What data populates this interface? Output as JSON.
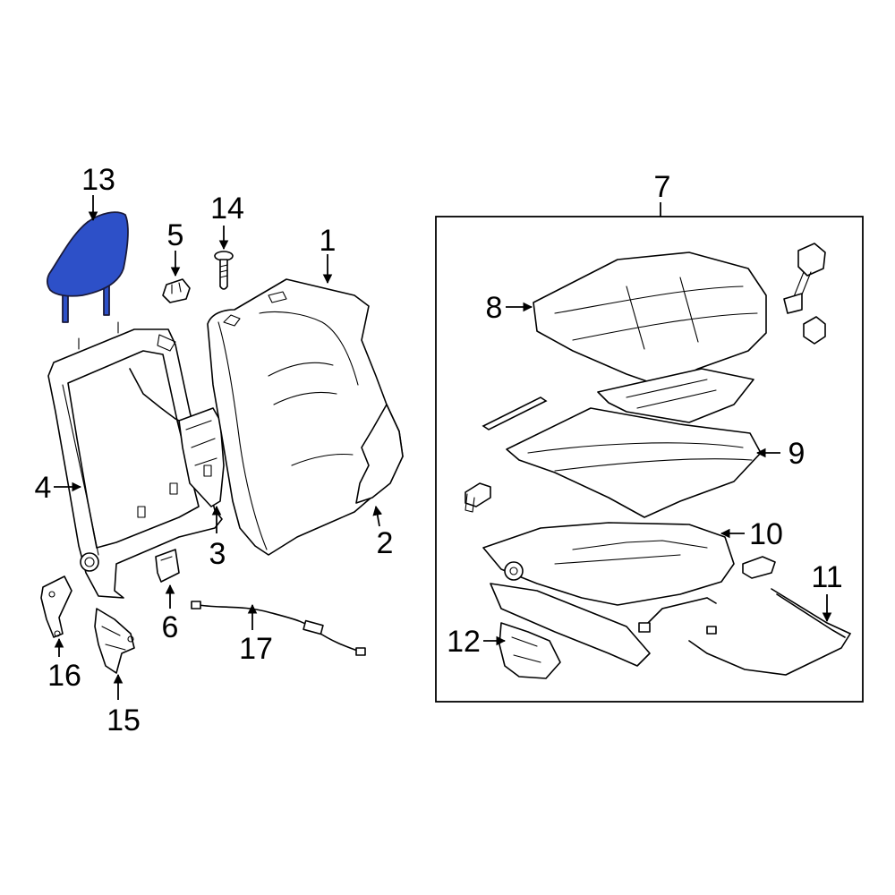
{
  "highlight_color": "#2d50c8",
  "callouts": [
    {
      "id": "1",
      "text": "1"
    },
    {
      "id": "2",
      "text": "2"
    },
    {
      "id": "3",
      "text": "3"
    },
    {
      "id": "4",
      "text": "4"
    },
    {
      "id": "5",
      "text": "5"
    },
    {
      "id": "6",
      "text": "6"
    },
    {
      "id": "7",
      "text": "7"
    },
    {
      "id": "8",
      "text": "8"
    },
    {
      "id": "9",
      "text": "9"
    },
    {
      "id": "10",
      "text": "10"
    },
    {
      "id": "11",
      "text": "11"
    },
    {
      "id": "12",
      "text": "12"
    },
    {
      "id": "13",
      "text": "13"
    },
    {
      "id": "14",
      "text": "14"
    },
    {
      "id": "15",
      "text": "15"
    },
    {
      "id": "16",
      "text": "16"
    },
    {
      "id": "17",
      "text": "17"
    }
  ]
}
